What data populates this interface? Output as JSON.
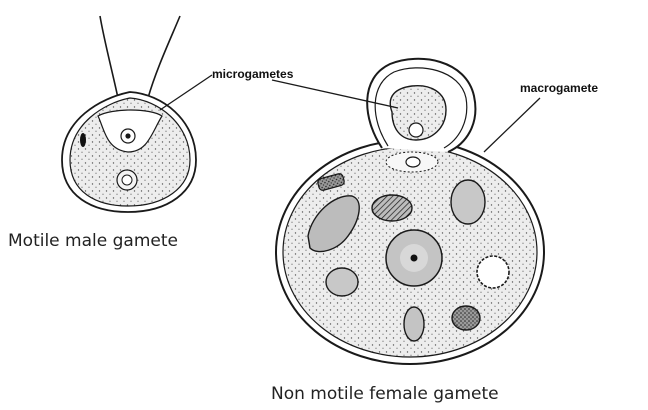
{
  "labels": {
    "microgametes": "microgametes",
    "macrogamete": "macrogamete",
    "male_caption": "Motile male gamete",
    "female_caption": "Non motile female gamete"
  },
  "colors": {
    "ink": "#1a1a1a",
    "cell_fill": "#e9e9e9",
    "stipple": "#555555",
    "organelle_fill": "#cfcfcf"
  }
}
